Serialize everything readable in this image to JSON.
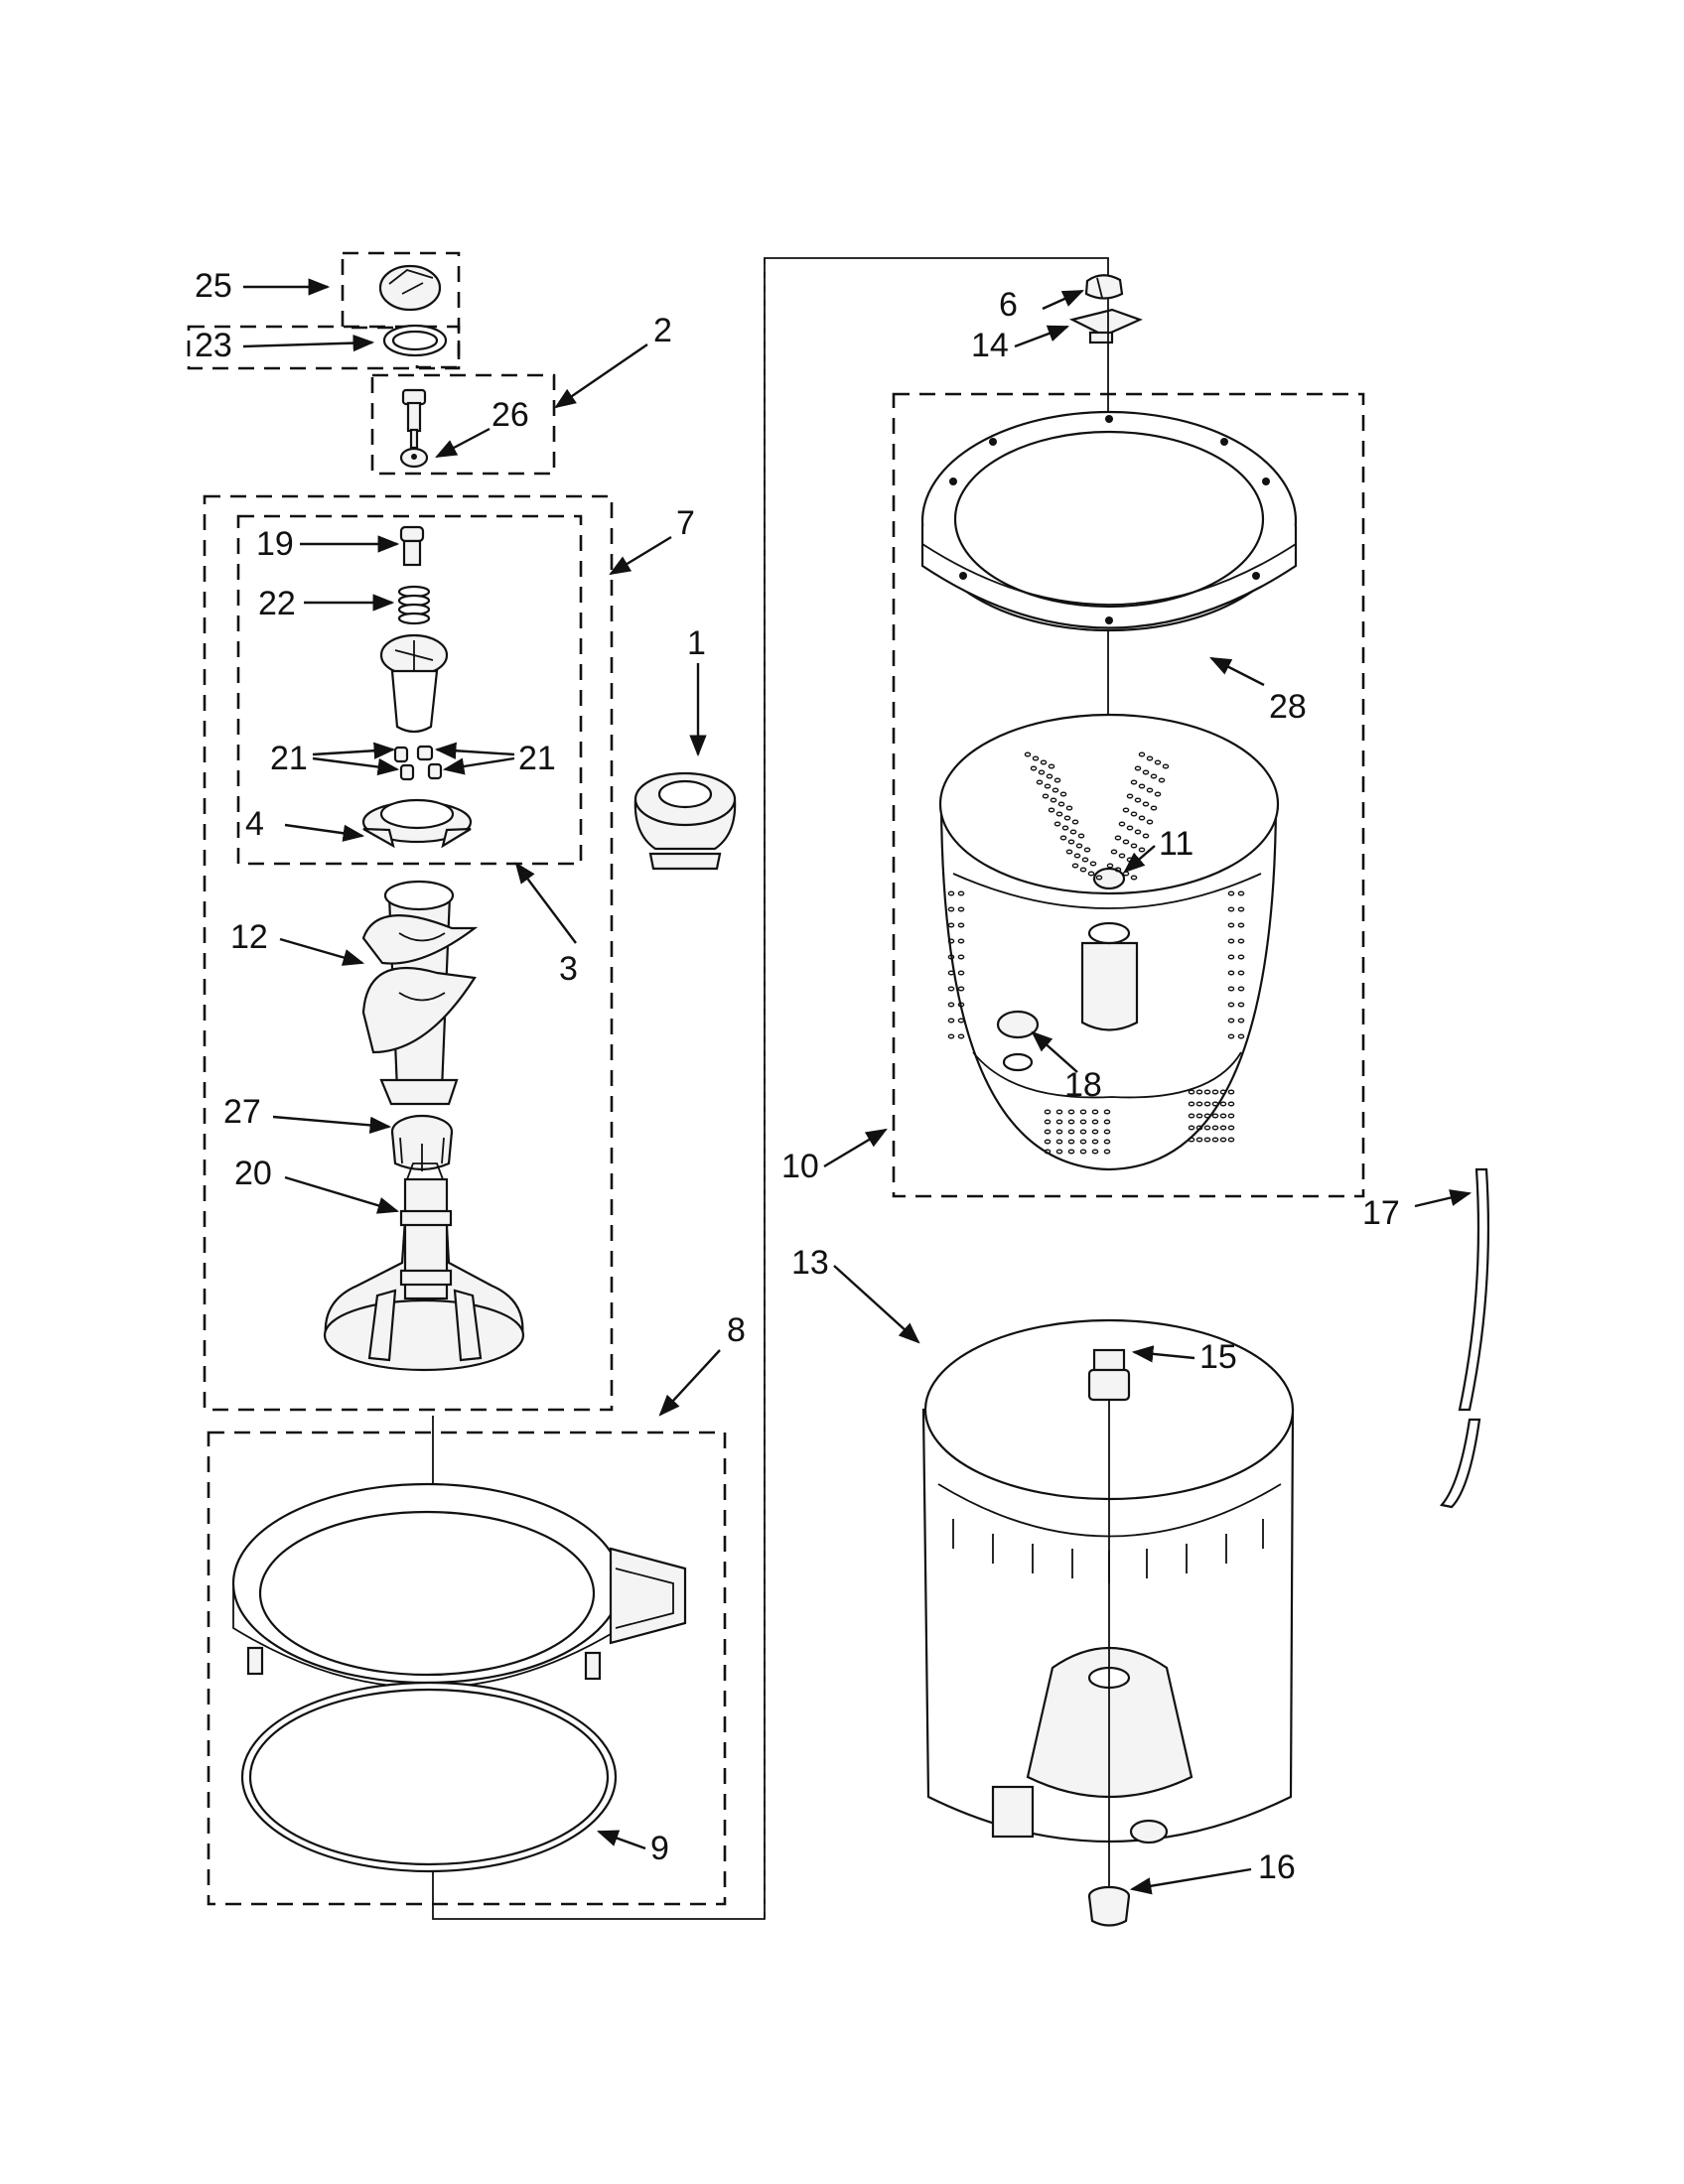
{
  "callouts": [
    {
      "id": "25",
      "label": "25"
    },
    {
      "id": "23",
      "label": "23"
    },
    {
      "id": "2",
      "label": "2"
    },
    {
      "id": "26",
      "label": "26"
    },
    {
      "id": "7",
      "label": "7"
    },
    {
      "id": "19",
      "label": "19"
    },
    {
      "id": "22",
      "label": "22"
    },
    {
      "id": "21a",
      "label": "21"
    },
    {
      "id": "21b",
      "label": "21"
    },
    {
      "id": "4",
      "label": "4"
    },
    {
      "id": "3",
      "label": "3"
    },
    {
      "id": "1",
      "label": "1"
    },
    {
      "id": "12",
      "label": "12"
    },
    {
      "id": "27",
      "label": "27"
    },
    {
      "id": "20",
      "label": "20"
    },
    {
      "id": "8",
      "label": "8"
    },
    {
      "id": "9",
      "label": "9"
    },
    {
      "id": "6",
      "label": "6"
    },
    {
      "id": "14",
      "label": "14"
    },
    {
      "id": "28",
      "label": "28"
    },
    {
      "id": "11",
      "label": "11"
    },
    {
      "id": "18",
      "label": "18"
    },
    {
      "id": "10",
      "label": "10"
    },
    {
      "id": "17",
      "label": "17"
    },
    {
      "id": "13",
      "label": "13"
    },
    {
      "id": "15",
      "label": "15"
    },
    {
      "id": "16",
      "label": "16"
    }
  ]
}
